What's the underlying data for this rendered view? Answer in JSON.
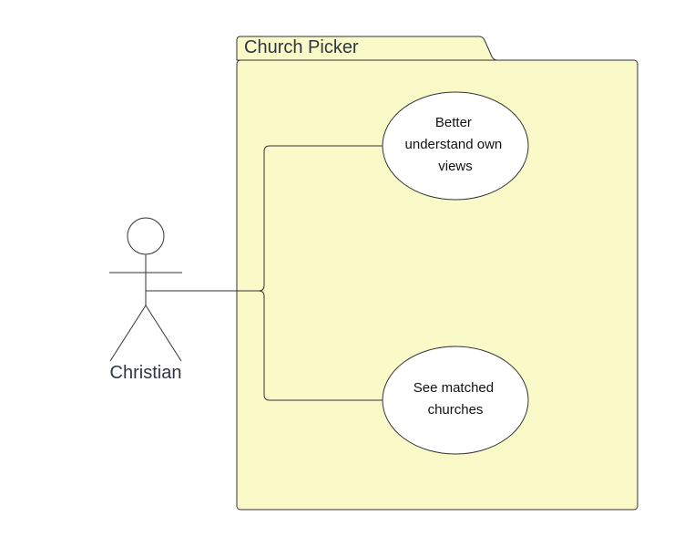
{
  "package": {
    "title": "Church Picker",
    "fill_color": "#fafac8",
    "stroke_color": "#333333"
  },
  "actor": {
    "name": "Christian"
  },
  "use_cases": [
    {
      "lines": [
        "Better",
        "understand own",
        "views"
      ]
    },
    {
      "lines": [
        "See matched",
        "churches"
      ]
    }
  ],
  "colors": {
    "use_case_fill": "#ffffff",
    "line": "#333333",
    "text": "#2f3542"
  }
}
